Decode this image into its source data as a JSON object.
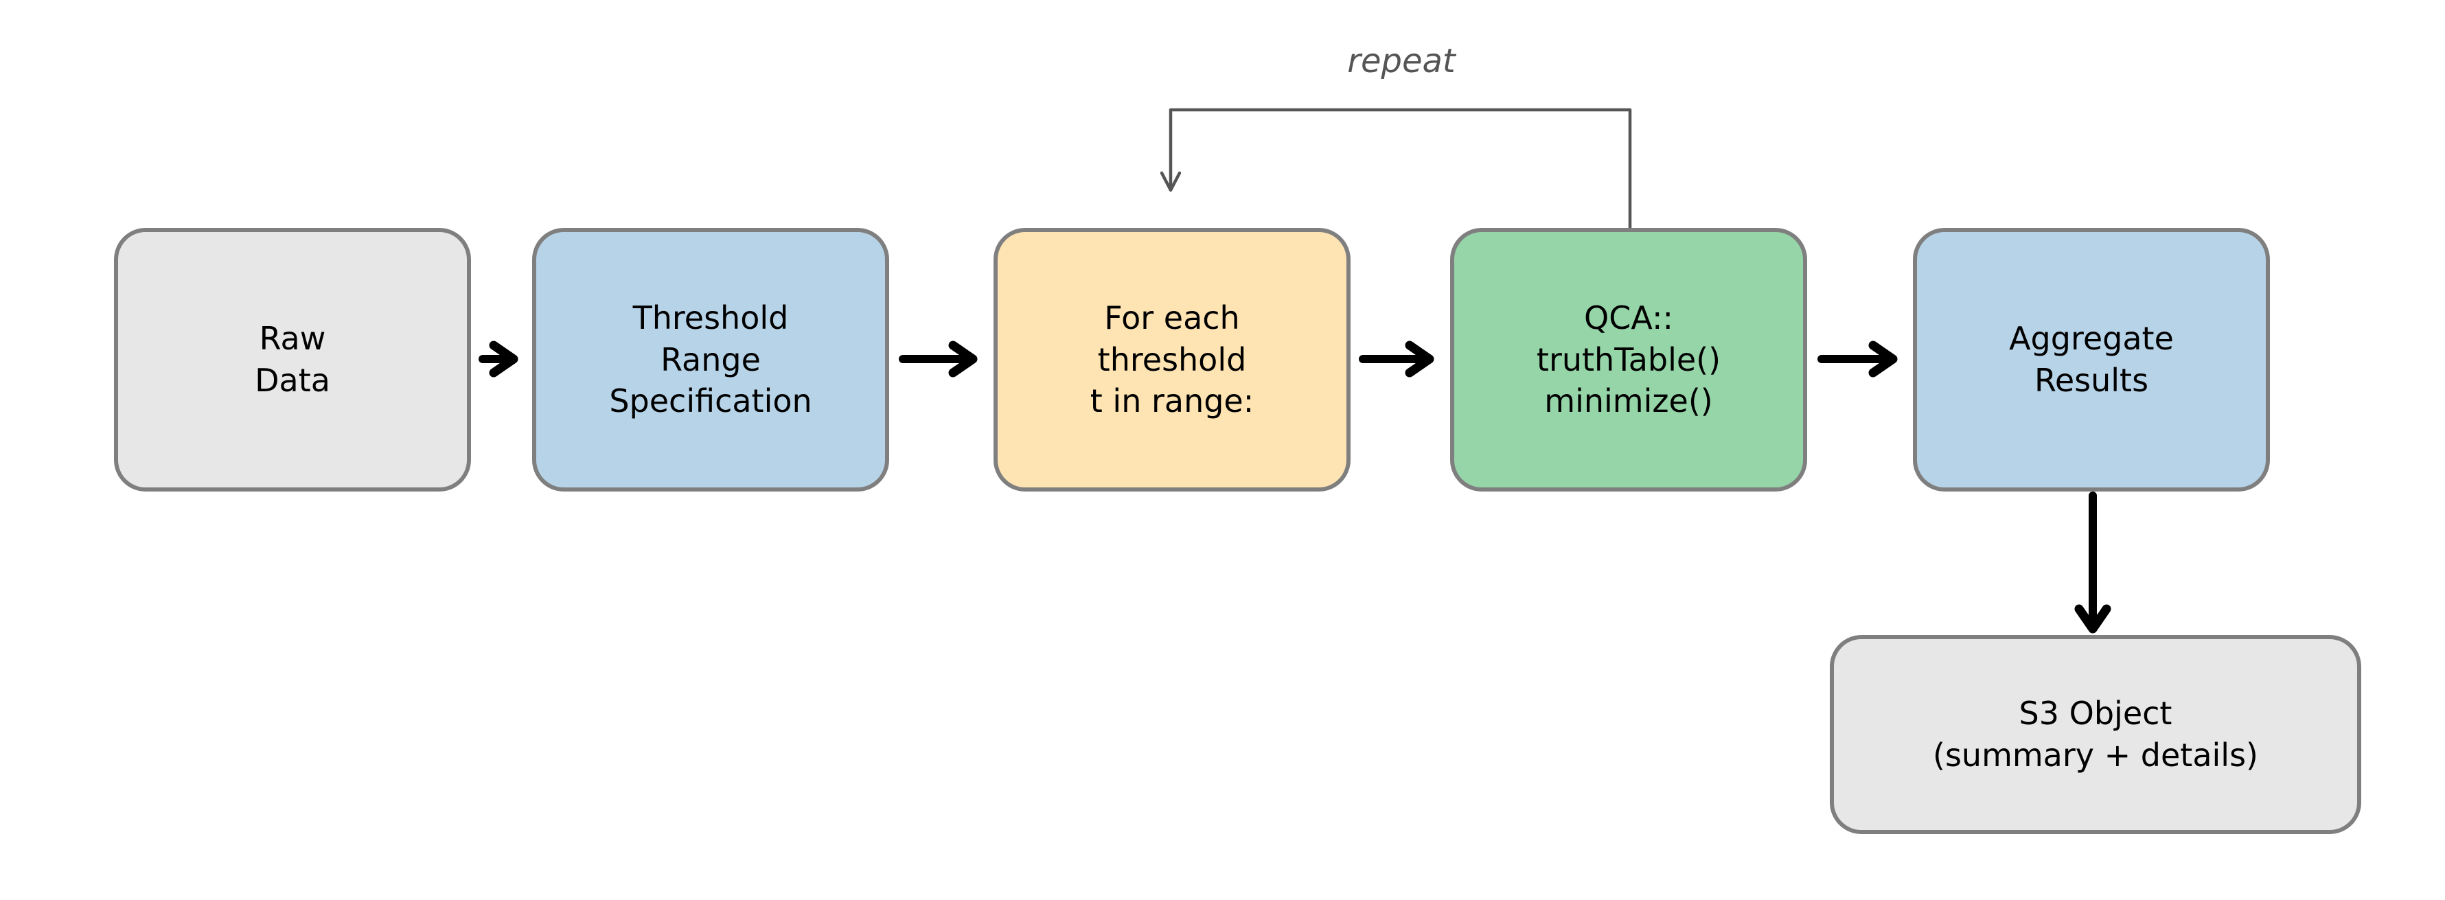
{
  "diagram": {
    "background": "#ffffff",
    "repeat_label": "repeat",
    "nodes": [
      {
        "id": "raw-data",
        "label": "Raw\nData",
        "fill": "#e7e7e7"
      },
      {
        "id": "threshold-range-specification",
        "label": "Threshold\nRange\nSpecification",
        "fill": "#b7d3e8"
      },
      {
        "id": "for-each-threshold",
        "label": "For each\nthreshold\nt in range:",
        "fill": "#fee3b3"
      },
      {
        "id": "qca-calls",
        "label": "QCA::\ntruthTable()\nminimize()",
        "fill": "#95d5a8"
      },
      {
        "id": "aggregate-results",
        "label": "Aggregate\nResults",
        "fill": "#b7d3e8"
      },
      {
        "id": "s3-object",
        "label": "S3 Object\n(summary + details)",
        "fill": "#e7e7e7"
      }
    ],
    "edges": [
      {
        "from": "raw-data",
        "to": "threshold-range-specification",
        "style": "arrow"
      },
      {
        "from": "threshold-range-specification",
        "to": "for-each-threshold",
        "style": "arrow"
      },
      {
        "from": "for-each-threshold",
        "to": "qca-calls",
        "style": "arrow"
      },
      {
        "from": "qca-calls",
        "to": "aggregate-results",
        "style": "arrow"
      },
      {
        "from": "aggregate-results",
        "to": "s3-object",
        "style": "arrow"
      },
      {
        "from": "qca-calls",
        "to": "for-each-threshold",
        "style": "loop",
        "label": "repeat"
      }
    ],
    "colors": {
      "node_border": "#7f7f7f",
      "node_text": "#000000",
      "arrow": "#000000",
      "loop_line": "#555555",
      "repeat_text": "#555555",
      "fill_gray": "#e7e7e7",
      "fill_blue": "#b7d3e8",
      "fill_orange": "#fee3b3",
      "fill_green": "#95d5a8"
    }
  }
}
